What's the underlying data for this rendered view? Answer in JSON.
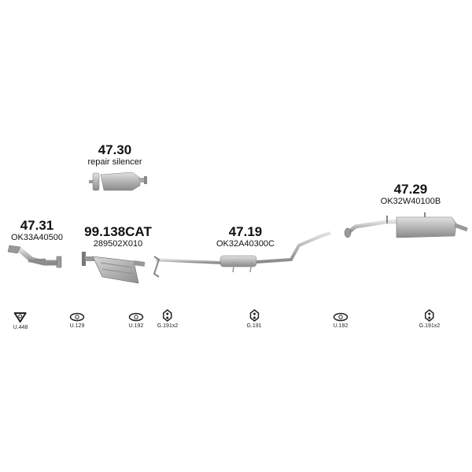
{
  "parts": [
    {
      "id": "p4730",
      "number": "47.30",
      "code": "repair silencer"
    },
    {
      "id": "p4731",
      "number": "47.31",
      "code": "OK33A40500"
    },
    {
      "id": "p99138",
      "number": "99.138CAT",
      "code": "289502X010"
    },
    {
      "id": "p4719",
      "number": "47.19",
      "code": "OK32A40300C"
    },
    {
      "id": "p4729",
      "number": "47.29",
      "code": "OK32W40100B"
    }
  ],
  "gaskets": [
    {
      "label": "U.448",
      "icon": "triangle-gasket-icon"
    },
    {
      "label": "U.129",
      "icon": "oval-gasket-icon"
    },
    {
      "label": "U.192",
      "icon": "oval-gasket-icon"
    },
    {
      "label": "G.191x2",
      "icon": "rubber-hanger-icon"
    },
    {
      "label": "G.191",
      "icon": "rubber-hanger-icon"
    },
    {
      "label": "U.192",
      "icon": "oval-gasket-icon"
    },
    {
      "label": "G.191x2",
      "icon": "rubber-hanger-icon"
    }
  ],
  "colors": {
    "metal": "#b9b9b9",
    "metal_dark": "#7a7a7a",
    "text": "#111111"
  }
}
